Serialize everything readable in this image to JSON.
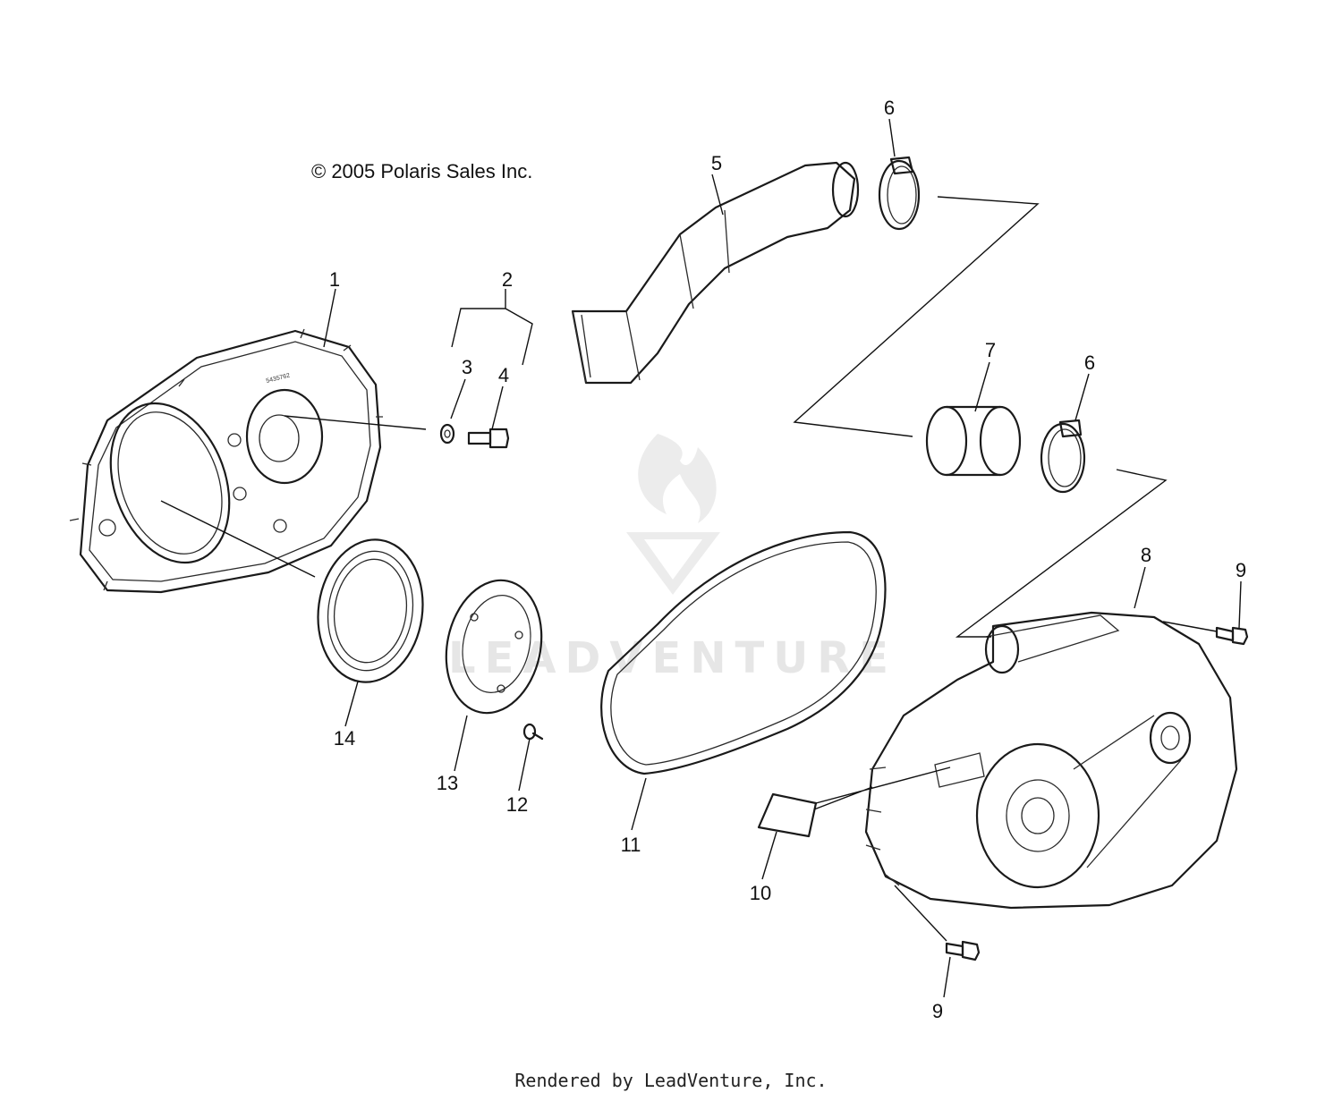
{
  "copyright": "© 2005 Polaris Sales Inc.",
  "watermark": {
    "text": "LEADVENTURE",
    "icon": "flame-logo-icon"
  },
  "footer": "Rendered by LeadVenture, Inc.",
  "callouts": {
    "c1": "1",
    "c2": "2",
    "c3": "3",
    "c4": "4",
    "c5": "5",
    "c6a": "6",
    "c6b": "6",
    "c7": "7",
    "c8": "8",
    "c9a": "9",
    "c9b": "9",
    "c10": "10",
    "c11": "11",
    "c12": "12",
    "c13": "13",
    "c14": "14"
  },
  "colors": {
    "line": "#1a1a1a",
    "watermark": "#e6e6e6",
    "background": "#ffffff"
  }
}
